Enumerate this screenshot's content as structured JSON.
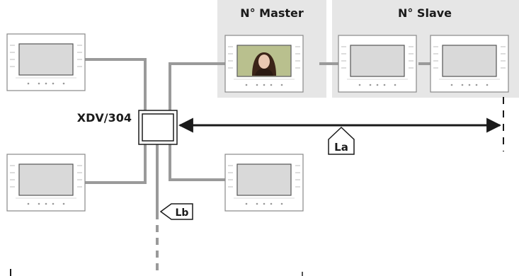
{
  "labels": {
    "master_header": "N° Master",
    "slave_header": "N° Slave",
    "device": "XDV/304",
    "la": "La",
    "lb": "Lb"
  },
  "colors": {
    "background": "#ffffff",
    "group_panel": "#e6e6e6",
    "cable": "#9a9a9a",
    "arrow": "#1a1a1a",
    "monitor_frame": "#ffffff",
    "monitor_outline": "#888888",
    "screen_fill": "#d9d9d9",
    "text": "#1a1a1a"
  },
  "monitors": [
    {
      "id": "monitor-top-left",
      "screen": "blank"
    },
    {
      "id": "monitor-bottom-left",
      "screen": "blank"
    },
    {
      "id": "monitor-master",
      "screen": "video-caller"
    },
    {
      "id": "monitor-slave-1",
      "screen": "blank"
    },
    {
      "id": "monitor-slave-2",
      "screen": "blank"
    },
    {
      "id": "monitor-bottom-center",
      "screen": "blank"
    }
  ]
}
